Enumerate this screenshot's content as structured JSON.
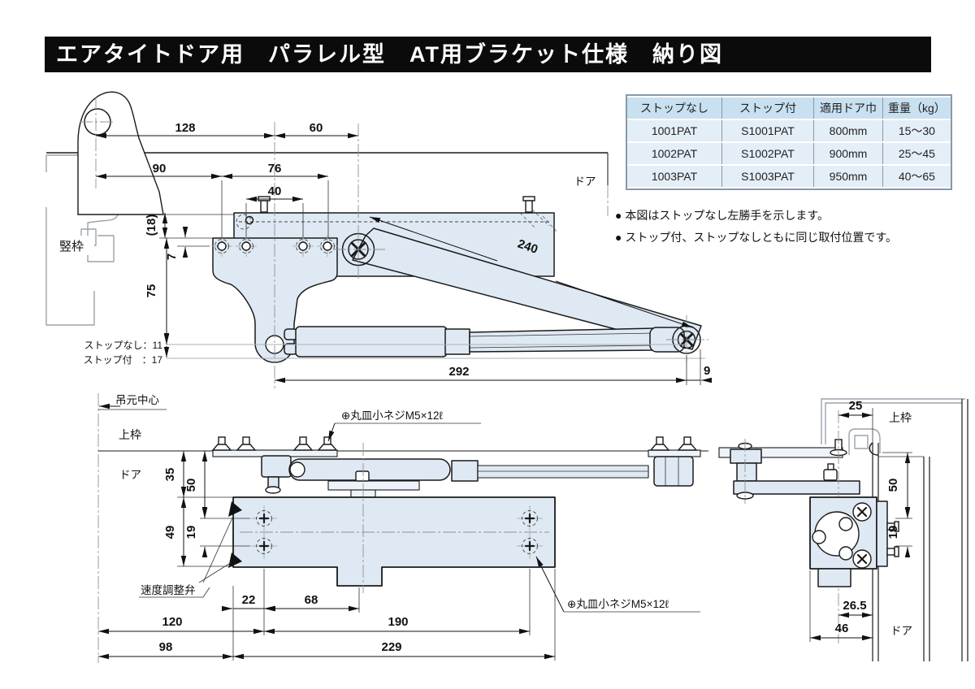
{
  "title": "エアタイトドア用　パラレル型　AT用ブラケット仕様　納り図",
  "table": {
    "headers": [
      "ストップなし",
      "ストップ付",
      "適用ドア巾",
      "重量（kg）"
    ],
    "rows": [
      [
        "1001PAT",
        "S1001PAT",
        "800mm",
        "15～30"
      ],
      [
        "1002PAT",
        "S1002PAT",
        "900mm",
        "25～45"
      ],
      [
        "1003PAT",
        "S1003PAT",
        "950mm",
        "40～65"
      ]
    ]
  },
  "notes": [
    "● 本図はストップなし左勝手を示します。",
    "● ストップ付、ストップなしともに同じ取付位置です。"
  ],
  "drawing": {
    "dims": {
      "d128": "128",
      "d60": "60",
      "d90": "90",
      "d76": "76",
      "d40": "40",
      "d18": "(18)",
      "d7": "7",
      "d75": "75",
      "d240": "240",
      "d292": "292",
      "d9": "9",
      "d35": "35",
      "d50": "50",
      "d49": "49",
      "d19": "19",
      "d22": "22",
      "d68": "68",
      "d120": "120",
      "d190": "190",
      "d98": "98",
      "d229": "229",
      "d25": "25",
      "d50r": "50",
      "d19r": "19",
      "d265": "26.5",
      "d46": "46"
    },
    "labels": {
      "tatewaku": "竪枠",
      "door_top": "ドア",
      "stop_none": "ストップなし：11",
      "stop_with": "ストップ付　：17",
      "hinge_center": "吊元中心",
      "top_frame_left": "上枠",
      "door_left": "ドア",
      "speed_valve": "速度調整弁",
      "screw_top": "⊕丸皿小ネジM5×12ℓ",
      "screw_bottom": "⊕丸皿小ネジM5×12ℓ",
      "top_frame_right": "上枠",
      "door_right": "ドア"
    }
  },
  "colors": {
    "body_fill": "#dfe9f3",
    "table_header_bg": "#c8e0f0",
    "table_row_bg": "#e4eef7",
    "title_bg": "#0b0b0b",
    "title_fg": "#ffffff"
  }
}
